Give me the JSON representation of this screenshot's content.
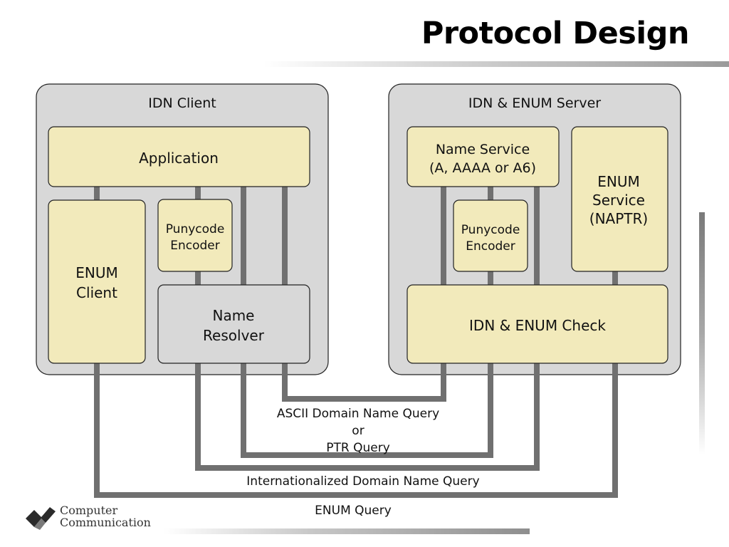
{
  "title": "Protocol Design",
  "client": {
    "heading": "IDN Client",
    "application": "Application",
    "enum_client": [
      "ENUM",
      "Client"
    ],
    "punycode_encoder": [
      "Punycode",
      "Encoder"
    ],
    "name_resolver": [
      "Name",
      "Resolver"
    ]
  },
  "server": {
    "heading": "IDN & ENUM Server",
    "name_service": [
      "Name Service",
      "(A, AAAA or A6)"
    ],
    "enum_service": [
      "ENUM",
      "Service",
      "(NAPTR)"
    ],
    "punycode_encoder": [
      "Punycode",
      "Encoder"
    ],
    "idn_enum_check": "IDN & ENUM Check"
  },
  "queries": {
    "ascii": [
      "ASCII Domain Name Query",
      "or",
      "PTR Query"
    ],
    "idn": "Internationalized Domain Name Query",
    "enum": "ENUM Query"
  },
  "logo": {
    "line1": "Computer",
    "line2": "Communication"
  },
  "colors": {
    "yellow_box": "#f2eabb",
    "gray_box": "#d8d8d8",
    "connector": "#707070"
  }
}
